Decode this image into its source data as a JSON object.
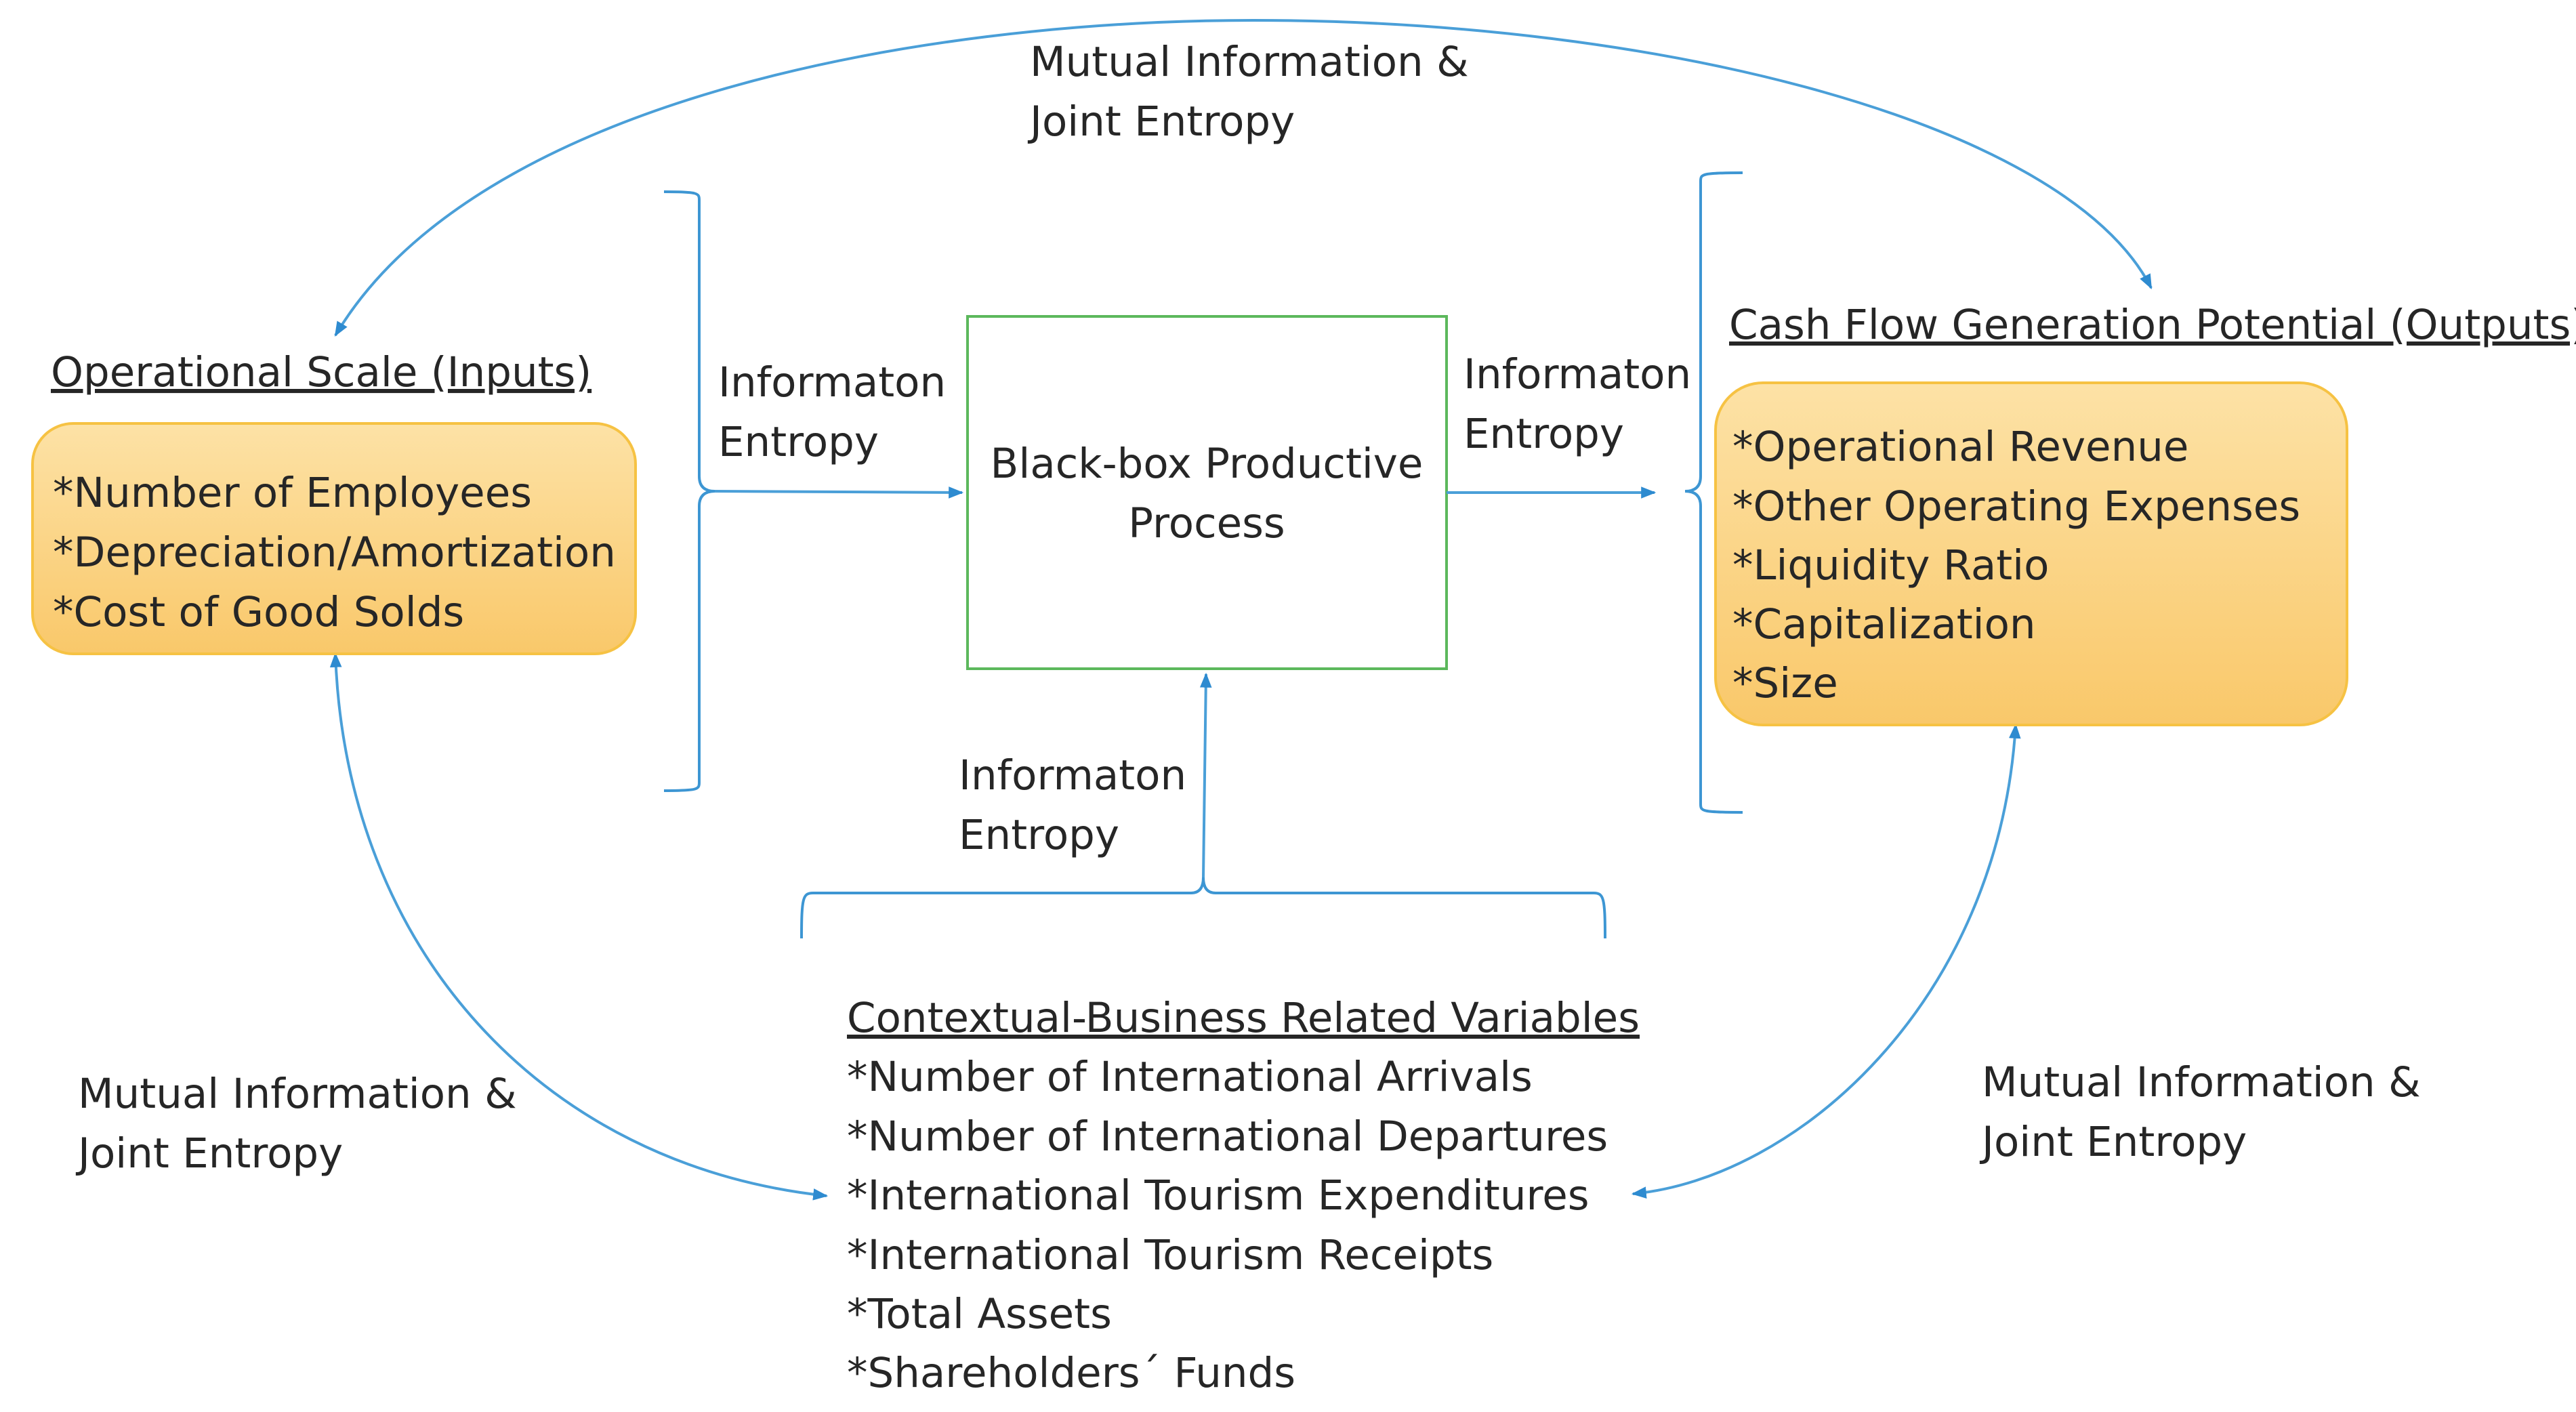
{
  "mutual_top": [
    "Mutual Information &",
    "Joint Entropy"
  ],
  "mutual_left": [
    "Mutual Information &",
    "Joint Entropy"
  ],
  "mutual_right": [
    "Mutual Information &",
    "Joint Entropy"
  ],
  "entropy_left": [
    "Informaton",
    "Entropy"
  ],
  "entropy_right": [
    "Informaton",
    "Entropy"
  ],
  "entropy_bottom": [
    "Informaton",
    "Entropy"
  ],
  "inputs": {
    "title": "Operational Scale (Inputs)",
    "items": [
      "*Number of Employees",
      "*Depreciation/Amortization",
      "*Cost of Good Solds"
    ]
  },
  "process": [
    "Black-box Productive",
    "Process"
  ],
  "outputs": {
    "title": "Cash Flow Generation Potential (Outputs)",
    "items": [
      "*Operational Revenue",
      "*Other Operating Expenses",
      "*Liquidity Ratio",
      "*Capitalization",
      "*Size"
    ]
  },
  "contextual": {
    "title": "Contextual-Business Related Variables",
    "items": [
      "*Number of International Arrivals",
      "*Number of International Departures",
      "*International Tourism Expenditures",
      "*International Tourism Receipts",
      "*Total Assets",
      "*Shareholders´ Funds"
    ]
  },
  "colors": {
    "connector": "#4a9fd8",
    "box_fill_top": "#fde2a6",
    "box_fill_bottom": "#f9c86a",
    "box_border": "#f6c243",
    "process_border": "#5cb85c"
  }
}
